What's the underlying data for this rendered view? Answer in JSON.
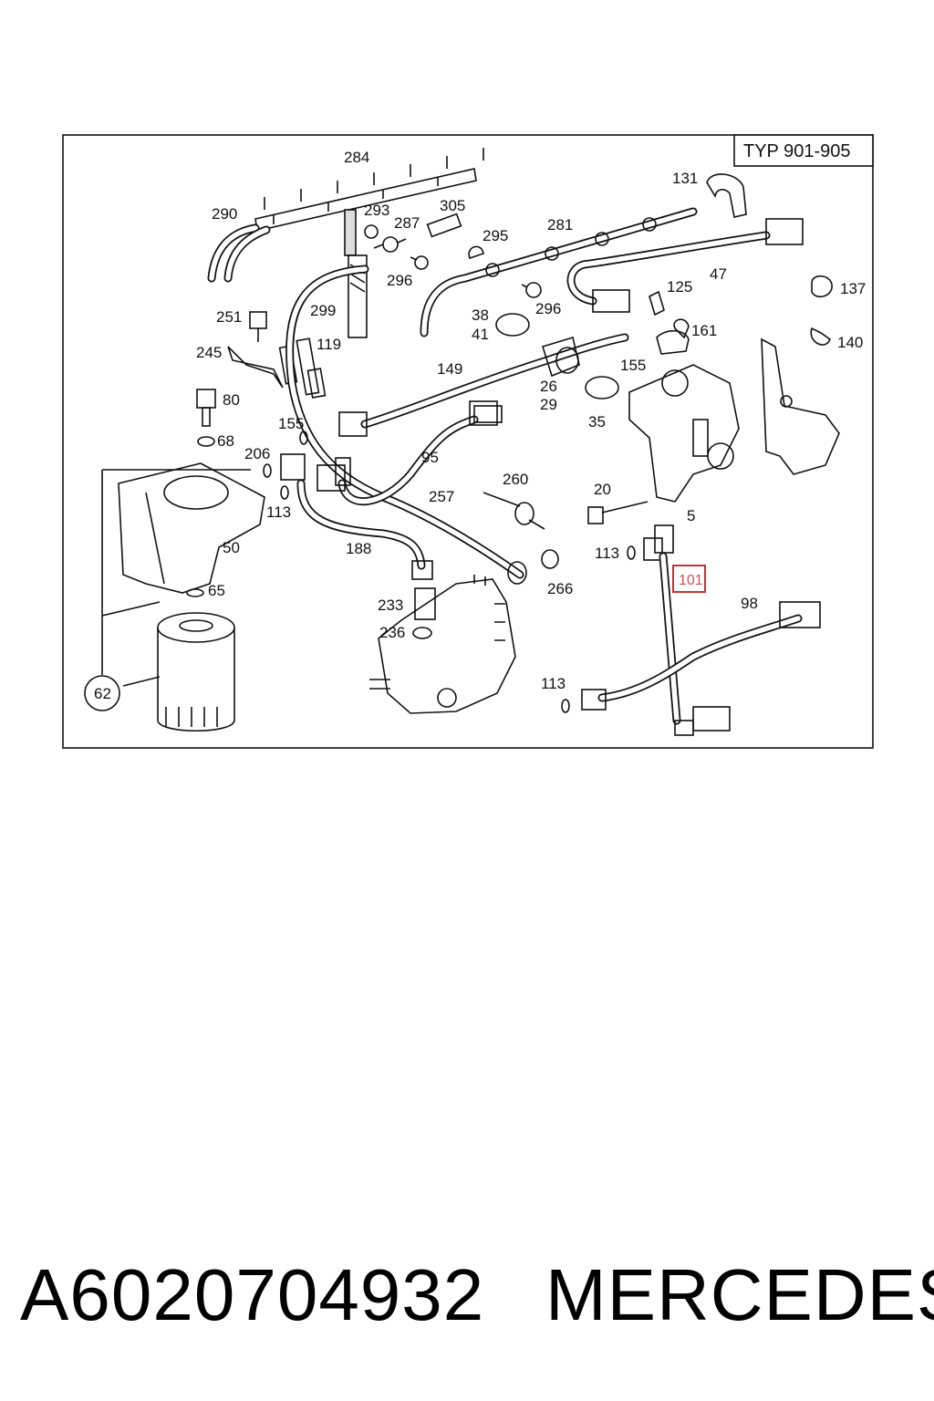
{
  "diagram": {
    "type_label": "TYP 901-905",
    "highlighted_label": "101",
    "callout_label": "62",
    "labels": {
      "l284": "284",
      "l290": "290",
      "l293": "293",
      "l287": "287",
      "l305": "305",
      "l295": "295",
      "l281": "281",
      "l131": "131",
      "l296a": "296",
      "l296b": "296",
      "l47": "47",
      "l137": "137",
      "l140": "140",
      "l125": "125",
      "l161": "161",
      "l251": "251",
      "l299": "299",
      "l119": "119",
      "l38": "38",
      "l41": "41",
      "l245": "245",
      "l149": "149",
      "l155a": "155",
      "l155b": "155",
      "l26": "26",
      "l29": "29",
      "l80": "80",
      "l35": "35",
      "l68": "68",
      "l95": "95",
      "l206": "206",
      "l260": "260",
      "l257": "257",
      "l20": "20",
      "l113a": "113",
      "l5": "5",
      "l50": "50",
      "l188": "188",
      "l113b": "113",
      "l65": "65",
      "l266": "266",
      "l233": "233",
      "l98": "98",
      "l236": "236",
      "l113c": "113"
    }
  },
  "footer": {
    "part_number": "A6020704932",
    "brand": "MERCEDES"
  }
}
